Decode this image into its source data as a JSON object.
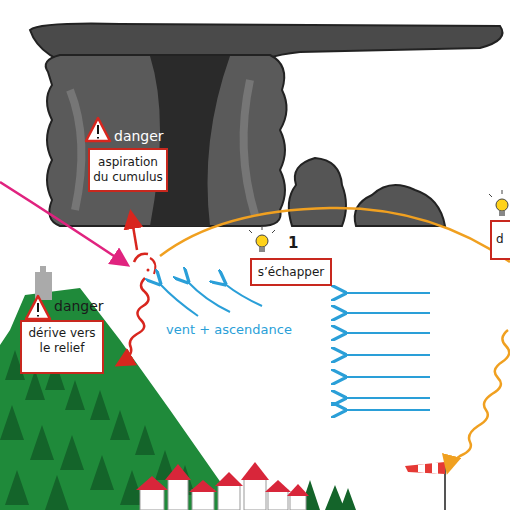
{
  "diagram": {
    "nodes": [
      {
        "text": [
          "danger",
          "aspiration du cumulus"
        ]
      },
      {
        "text": [
          "danger",
          "dérive vers le relief"
        ]
      },
      {
        "text": [
          "1",
          "s’échapper"
        ]
      },
      {
        "text": [
          "d"
        ]
      }
    ],
    "labels": [
      "vent + ascendance"
    ]
  }
}
